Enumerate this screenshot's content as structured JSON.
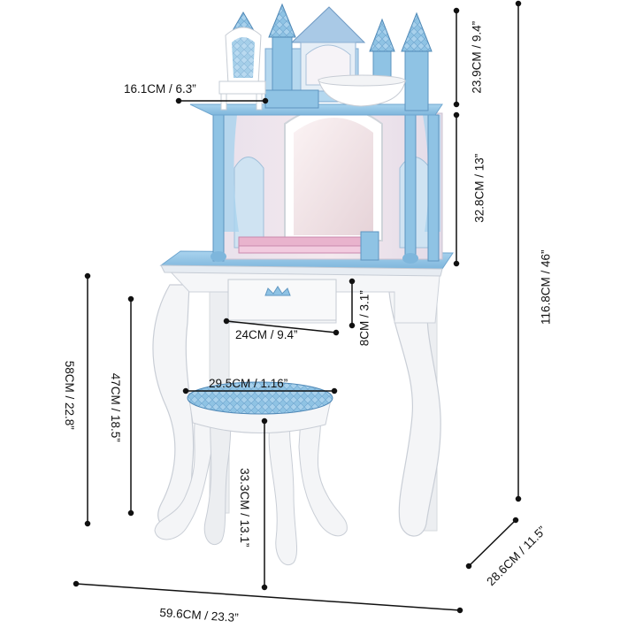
{
  "image": {
    "subject": "children's castle vanity table with mirror and stool",
    "colors": {
      "furniture_white": "#f4f5f7",
      "castle_blue": "#8fc3e4",
      "pink_accent": "#e9b3cd",
      "dimension_line": "#111111"
    }
  },
  "dimensions": {
    "shelf_width": "16.1CM / 6.3”",
    "topper_height": "23.9CM / 9.4”",
    "mirror_height": "32.8CM / 13”",
    "total_height": "116.8CM / 46”",
    "drawer_width": "24CM / 9.4”",
    "drawer_height": "8CM / 3.1”",
    "table_height": "58CM / 22.8”",
    "leg_height": "47CM / 18.5”",
    "stool_diameter": "29.5CM / 1.16”",
    "stool_height": "33.3CM / 13.1”",
    "depth": "28.6CM / 11.5”",
    "total_width": "59.6CM / 23.3”"
  }
}
